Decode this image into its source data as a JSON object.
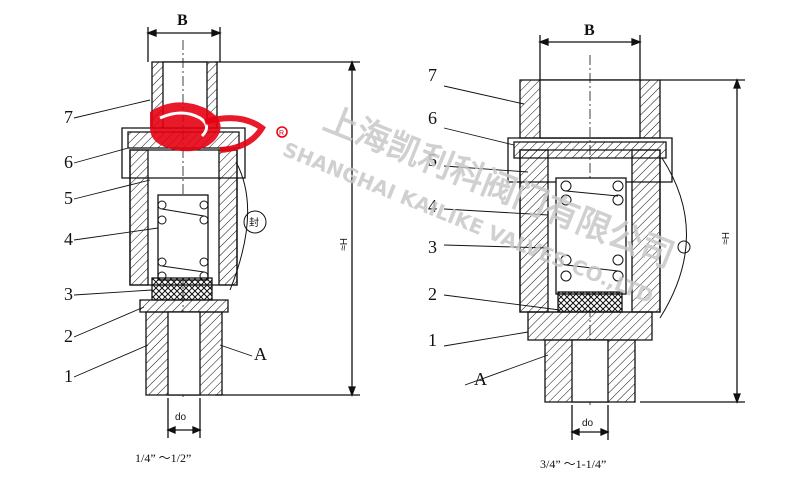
{
  "left_view": {
    "dim_top": "B",
    "dim_side": "H≈",
    "dim_bottom": "do",
    "label_A": "A",
    "label_seal": "封",
    "caption": "1/4” ～1/2”",
    "part_numbers": [
      "7",
      "6",
      "5",
      "4",
      "3",
      "2",
      "1"
    ]
  },
  "right_view": {
    "dim_top": "B",
    "dim_side": "H≈",
    "dim_bottom": "do",
    "label_A": "A",
    "caption": "3/4” ～1-1/4”",
    "part_numbers": [
      "7",
      "6",
      "5",
      "4",
      "3",
      "2",
      "1"
    ]
  },
  "watermark": {
    "chinese": "上海凯利科阀门有限公司",
    "english": "SHANGHAI KAILIKE VALVES CO.,LTD",
    "logo_color": "#e60012",
    "text_color": "#c8c8c8"
  }
}
